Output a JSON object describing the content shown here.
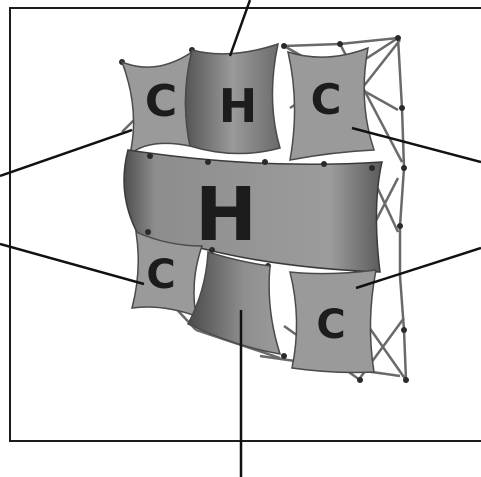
{
  "panels": [
    {
      "id": "top-left",
      "letter": "C",
      "shade": "light"
    },
    {
      "id": "top-center",
      "letter": "H",
      "shade": "gradient"
    },
    {
      "id": "top-right",
      "letter": "C",
      "shade": "light"
    },
    {
      "id": "middle-banner",
      "letter": "H",
      "shade": "gradient"
    },
    {
      "id": "bottom-left",
      "letter": "C",
      "shade": "light"
    },
    {
      "id": "bottom-center",
      "letter": "",
      "shade": "gradient"
    },
    {
      "id": "bottom-right",
      "letter": "C",
      "shade": "light"
    }
  ],
  "colors": {
    "panel_light": "#9a9a9a",
    "panel_dark": "#5a5a5a",
    "frame": "#6a6a6a",
    "outline": "#1c1c1c",
    "letter": "#1c1c1c"
  }
}
